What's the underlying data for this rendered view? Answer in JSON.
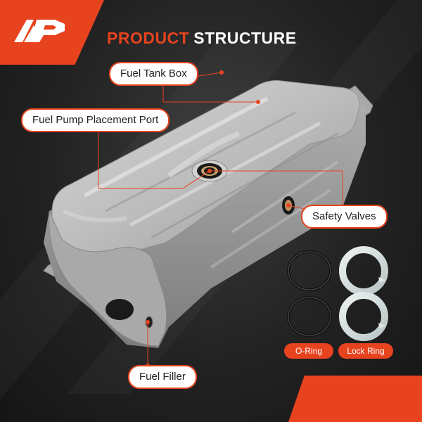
{
  "brand": {
    "logo": "A-P",
    "accent": "#e8431f"
  },
  "header": {
    "title_accent": "PRODUCT",
    "title_main": "STRUCTURE"
  },
  "callouts": {
    "fuel_tank_box": "Fuel Tank Box",
    "fuel_pump_port": "Fuel Pump Placement Port",
    "safety_valves": "Safety Valves",
    "fuel_filler": "Fuel Filler"
  },
  "parts": {
    "o_ring": "O-Ring",
    "lock_ring": "Lock Ring"
  }
}
